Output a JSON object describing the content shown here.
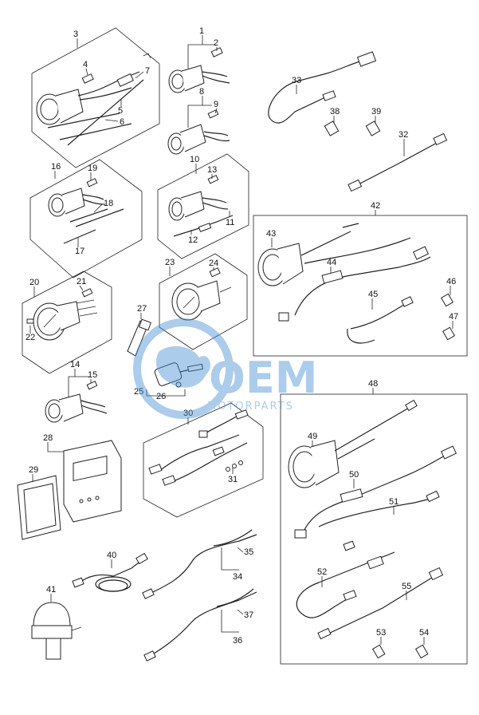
{
  "labels": {
    "n1": "1",
    "n2": "2",
    "n3": "3",
    "n4": "4",
    "n5": "5",
    "n6": "6",
    "n7": "7",
    "n8": "8",
    "n9": "9",
    "n10": "10",
    "n11": "11",
    "n12": "12",
    "n13": "13",
    "n14": "14",
    "n15": "15",
    "n16": "16",
    "n17": "17",
    "n18": "18",
    "n19": "19",
    "n20": "20",
    "n21": "21",
    "n22": "22",
    "n23": "23",
    "n24": "24",
    "n25": "25",
    "n26": "26",
    "n27": "27",
    "n28": "28",
    "n29": "29",
    "n30": "30",
    "n31": "31",
    "n32": "32",
    "n33": "33",
    "n34": "34",
    "n35": "35",
    "n36": "36",
    "n37": "37",
    "n38": "38",
    "n39": "39",
    "n40": "40",
    "n41": "41",
    "n42": "42",
    "n43": "43",
    "n44": "44",
    "n45": "45",
    "n46": "46",
    "n47": "47",
    "n48": "48",
    "n49": "49",
    "n50": "50",
    "n51": "51",
    "n52": "52",
    "n53": "53",
    "n54": "54",
    "n55": "55"
  },
  "watermark": {
    "logo": "OEM",
    "tagline": "MOTORPARTS",
    "color": "#4a8fd4"
  }
}
